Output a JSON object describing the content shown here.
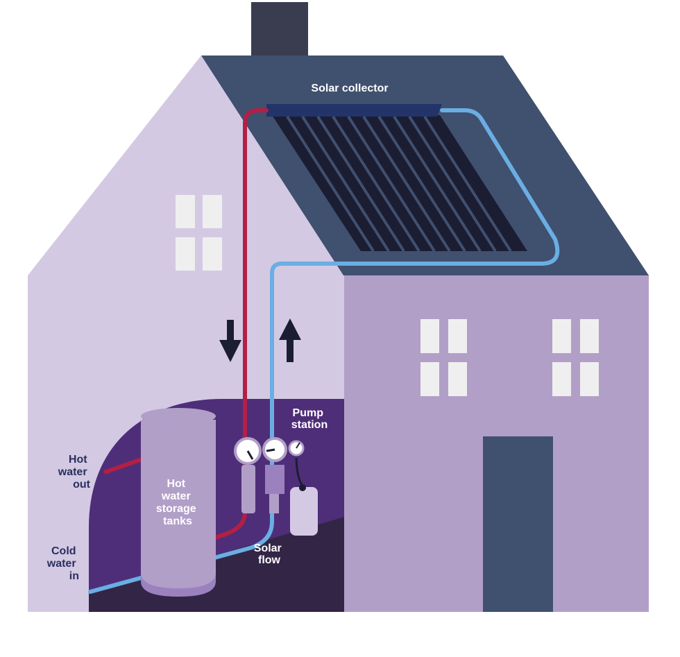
{
  "labels": {
    "solar_collector": "Solar collector",
    "pump_station": [
      "Pump",
      "station"
    ],
    "hot_water_out": [
      "Hot",
      "water",
      "out"
    ],
    "cold_water_in": [
      "Cold",
      "water",
      "in"
    ],
    "storage_tanks": [
      "Hot",
      "water",
      "storage",
      "tanks"
    ],
    "solar_flow": [
      "Solar",
      "flow"
    ]
  },
  "icons": {
    "flow_down": "arrow-down-icon",
    "flow_up": "arrow-up-icon"
  },
  "colors": {
    "roof": "#40506f",
    "chimney": "#3a3d4f",
    "house_left": "#d4c9e3",
    "house_right": "#b29fc8",
    "door": "#40506f",
    "window": "#efefef",
    "interior": "#4e2e78",
    "floor": "#332546",
    "tank": "#b29fc8",
    "collector": "#1b1d33",
    "hot_pipe": "#b31f45",
    "cold_pipe": "#6aaee3",
    "arrow": "#1b1d33"
  }
}
